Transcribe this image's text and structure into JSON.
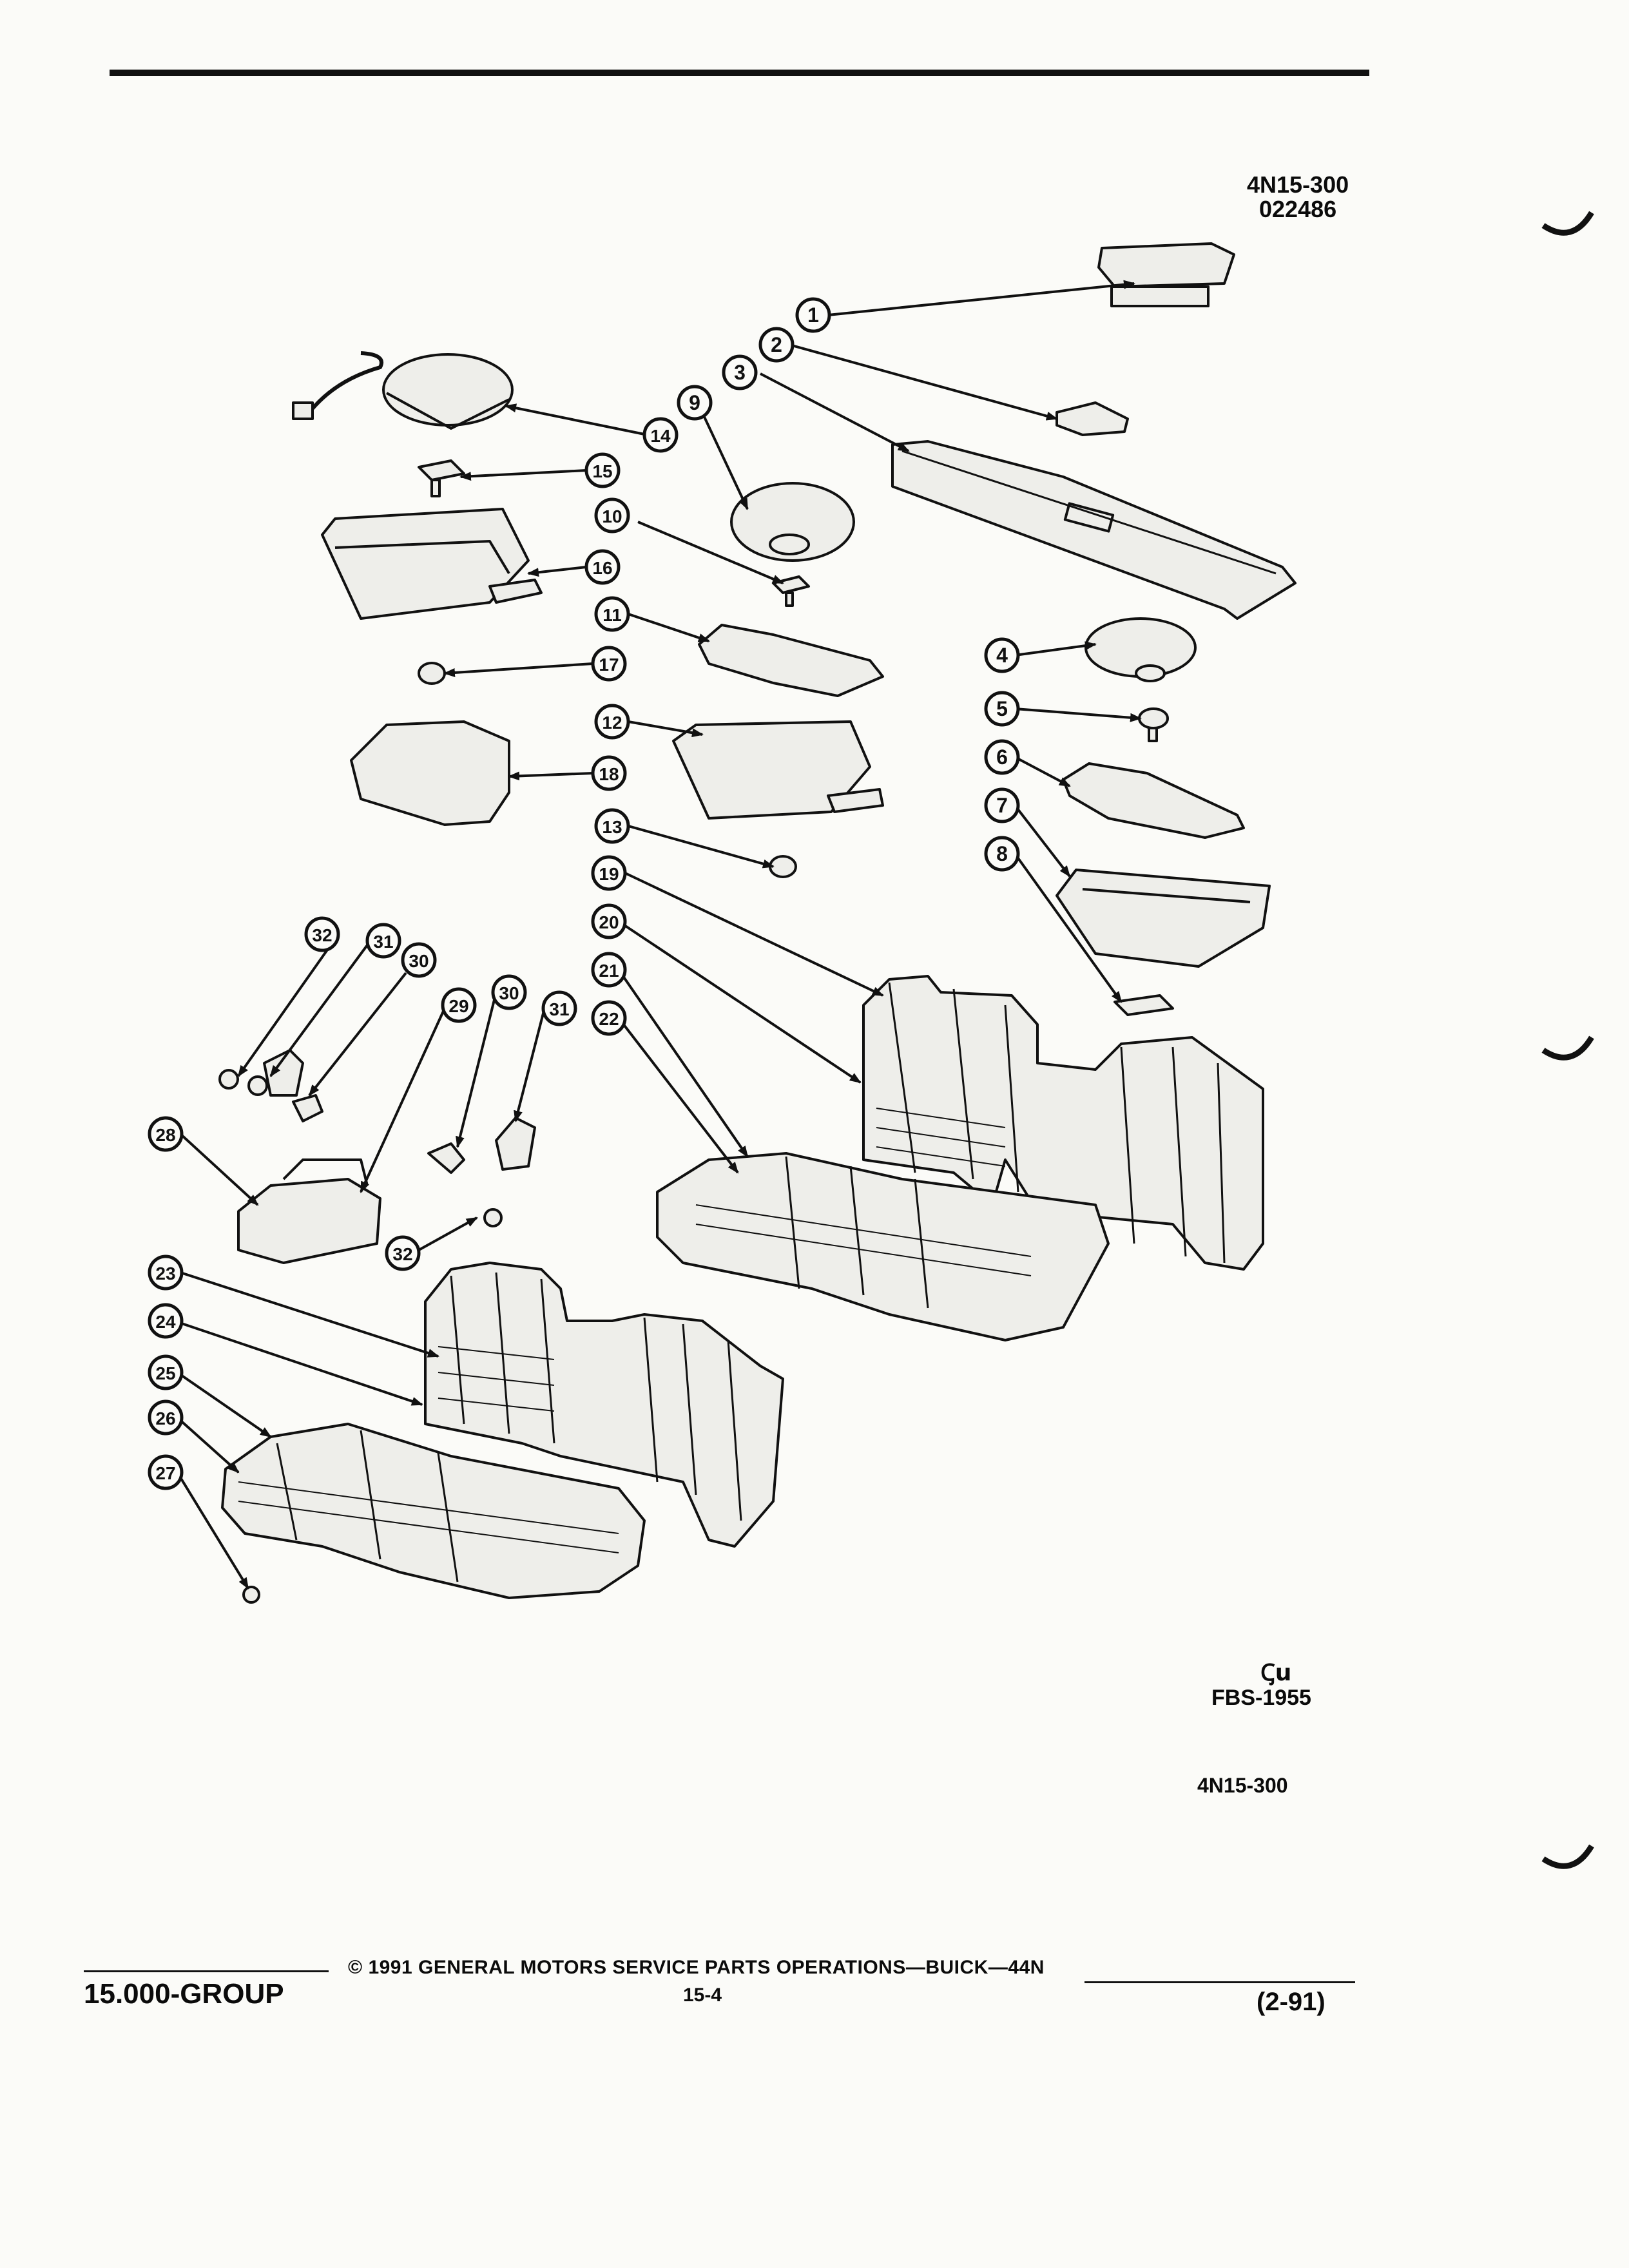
{
  "header": {
    "ref_code": "4N15-300",
    "ref_date": "022486"
  },
  "diagram": {
    "callouts": [
      {
        "num": "1"
      },
      {
        "num": "2"
      },
      {
        "num": "3"
      },
      {
        "num": "4"
      },
      {
        "num": "5"
      },
      {
        "num": "6"
      },
      {
        "num": "7"
      },
      {
        "num": "8"
      },
      {
        "num": "9"
      },
      {
        "num": "10"
      },
      {
        "num": "11"
      },
      {
        "num": "12"
      },
      {
        "num": "13"
      },
      {
        "num": "14"
      },
      {
        "num": "15"
      },
      {
        "num": "16"
      },
      {
        "num": "17"
      },
      {
        "num": "18"
      },
      {
        "num": "19"
      },
      {
        "num": "20"
      },
      {
        "num": "21"
      },
      {
        "num": "22"
      },
      {
        "num": "23"
      },
      {
        "num": "24"
      },
      {
        "num": "25"
      },
      {
        "num": "26"
      },
      {
        "num": "27"
      },
      {
        "num": "28"
      },
      {
        "num": "29"
      },
      {
        "num": "30"
      },
      {
        "num": "31"
      },
      {
        "num": "32"
      },
      {
        "num": "30"
      },
      {
        "num": "31"
      },
      {
        "num": "32"
      }
    ]
  },
  "figure": {
    "fbs_code": "FBS-1955",
    "fig_code": "4N15-300",
    "logo_glyph": "Ꞔu"
  },
  "footer": {
    "group": "15.000-GROUP",
    "copyright": "© 1991 GENERAL MOTORS SERVICE PARTS OPERATIONS—BUICK—44N",
    "page": "15-4",
    "revision": "(2-91)"
  }
}
